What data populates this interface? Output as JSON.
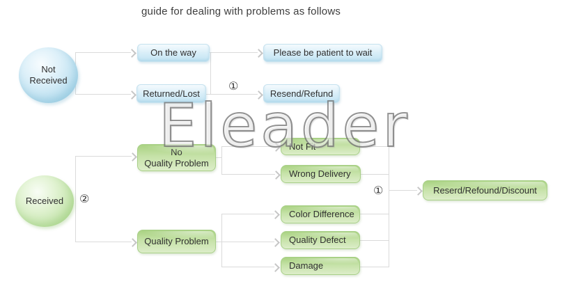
{
  "title": "guide for dealing with problems as follows",
  "watermark": "Eleader",
  "colors": {
    "blue_node": "#c2e4f3",
    "blue_circle": "#9fd2e7",
    "green_node": "#a9d282",
    "green_circle": "#b0d893",
    "connector": "#dadada",
    "text": "#2f2f2f"
  },
  "annotations": {
    "circled_one": "①",
    "circled_two": "②"
  },
  "nodes": {
    "not_received": {
      "label": "Not\nReceived"
    },
    "received": {
      "label": "Received"
    },
    "on_the_way": {
      "label": "On the way"
    },
    "returned_lost": {
      "label": "Returned/Lost"
    },
    "please_wait": {
      "label": "Please be patient to wait"
    },
    "resend_refund": {
      "label": "Resend/Refund"
    },
    "no_quality_problem": {
      "label": "No\nQuality Problem"
    },
    "not_fit": {
      "label": "Not Fit"
    },
    "wrong_delivery": {
      "label": "Wrong Delivery"
    },
    "quality_problem": {
      "label": "Quality Problem"
    },
    "color_difference": {
      "label": "Color Difference"
    },
    "quality_defect": {
      "label": "Quality Defect"
    },
    "damage": {
      "label": "Damage"
    },
    "outcome": {
      "label": "Reserd/Refound/Discount"
    }
  }
}
